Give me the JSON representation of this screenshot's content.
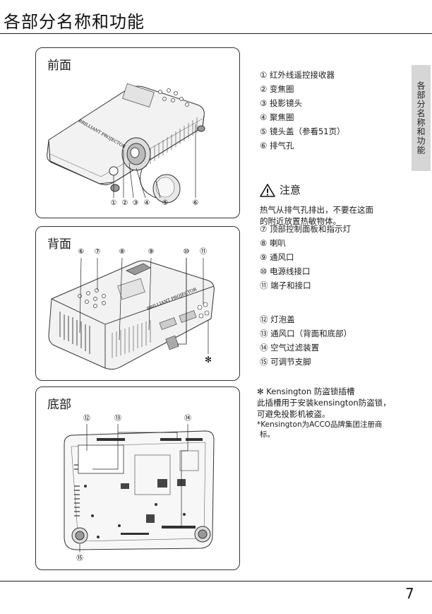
{
  "header": {
    "title": "各部分名称和功能",
    "side_tab": "各部分名称和功能"
  },
  "front": {
    "title": "前面",
    "logo": "BRILLIANT PROJECTOR",
    "callouts": [
      "①",
      "②",
      "③",
      "④",
      "⑤",
      "⑥"
    ],
    "items": [
      "① 红外线遥控接收器",
      "② 变焦圈",
      "③ 投影镜头",
      "④ 聚焦圈",
      "⑤ 镜头盖（参看51页）",
      "⑥ 排气孔"
    ]
  },
  "caution": {
    "title": "注意",
    "text_line1": "热气从排气孔排出，不要在这面",
    "text_line2": "的附近放置热敏物体。"
  },
  "back": {
    "title": "背面",
    "logo": "BRILLIANT PROJECTOR",
    "callouts": [
      "⑥",
      "⑦",
      "⑧",
      "⑨",
      "⑩",
      "⑪"
    ],
    "star": "✻",
    "items": [
      "⑦ 顶部控制面板和指示灯",
      "⑧ 喇叭",
      "⑨ 通风口",
      "⑩ 电源线接口",
      "⑪ 端子和接口"
    ]
  },
  "bottom": {
    "title": "底部",
    "callouts": [
      "⑫",
      "⑬",
      "⑭",
      "⑮"
    ],
    "items": [
      "⑫ 灯泡盖",
      "⑬ 通风口（背面和底部）",
      "⑭ 空气过滤装置",
      "⑮ 可调节支脚"
    ]
  },
  "kensington": {
    "title": "✻ Kensington 防盗锁插槽",
    "line1": "此插槽用于安装kensington防盗锁，",
    "line2": "可避免投影机被盗。",
    "note1": "*Kensington为ACCO品牌集团注册商",
    "note2": "标。"
  },
  "footer": {
    "page": "7"
  }
}
